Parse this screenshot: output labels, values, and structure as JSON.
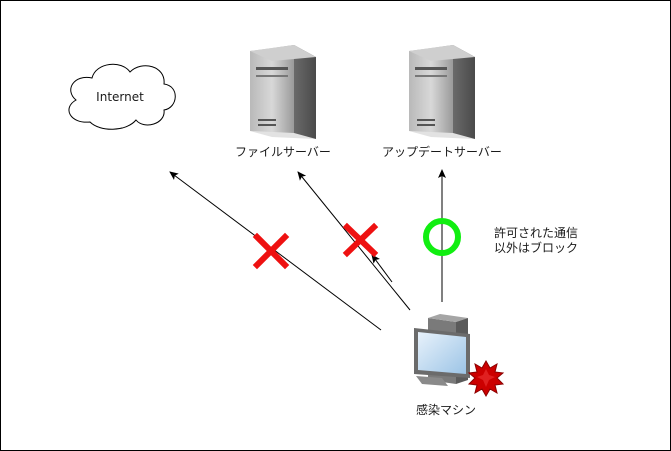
{
  "nodes": {
    "internet": {
      "label": "Internet",
      "icon": "cloud-icon"
    },
    "file_server": {
      "label": "ファイルサーバー",
      "icon": "server-icon"
    },
    "update_server": {
      "label": "アップデートサーバー",
      "icon": "server-icon"
    },
    "infected_machine": {
      "label": "感染マシン",
      "icon": "computer-icon"
    }
  },
  "connections": [
    {
      "from": "infected_machine",
      "to": "internet",
      "status": "blocked",
      "marker": "red-x-icon"
    },
    {
      "from": "infected_machine",
      "to": "file_server",
      "status": "blocked",
      "marker": "red-x-icon"
    },
    {
      "from": "infected_machine",
      "to": "update_server",
      "status": "allowed",
      "marker": "green-circle-icon"
    }
  ],
  "note": {
    "line1": "許可された通信",
    "line2": "以外はブロック"
  },
  "colors": {
    "blocked": "#ee1111",
    "allowed": "#11ee11",
    "infection": "#cc0000",
    "frame": "#000000"
  }
}
